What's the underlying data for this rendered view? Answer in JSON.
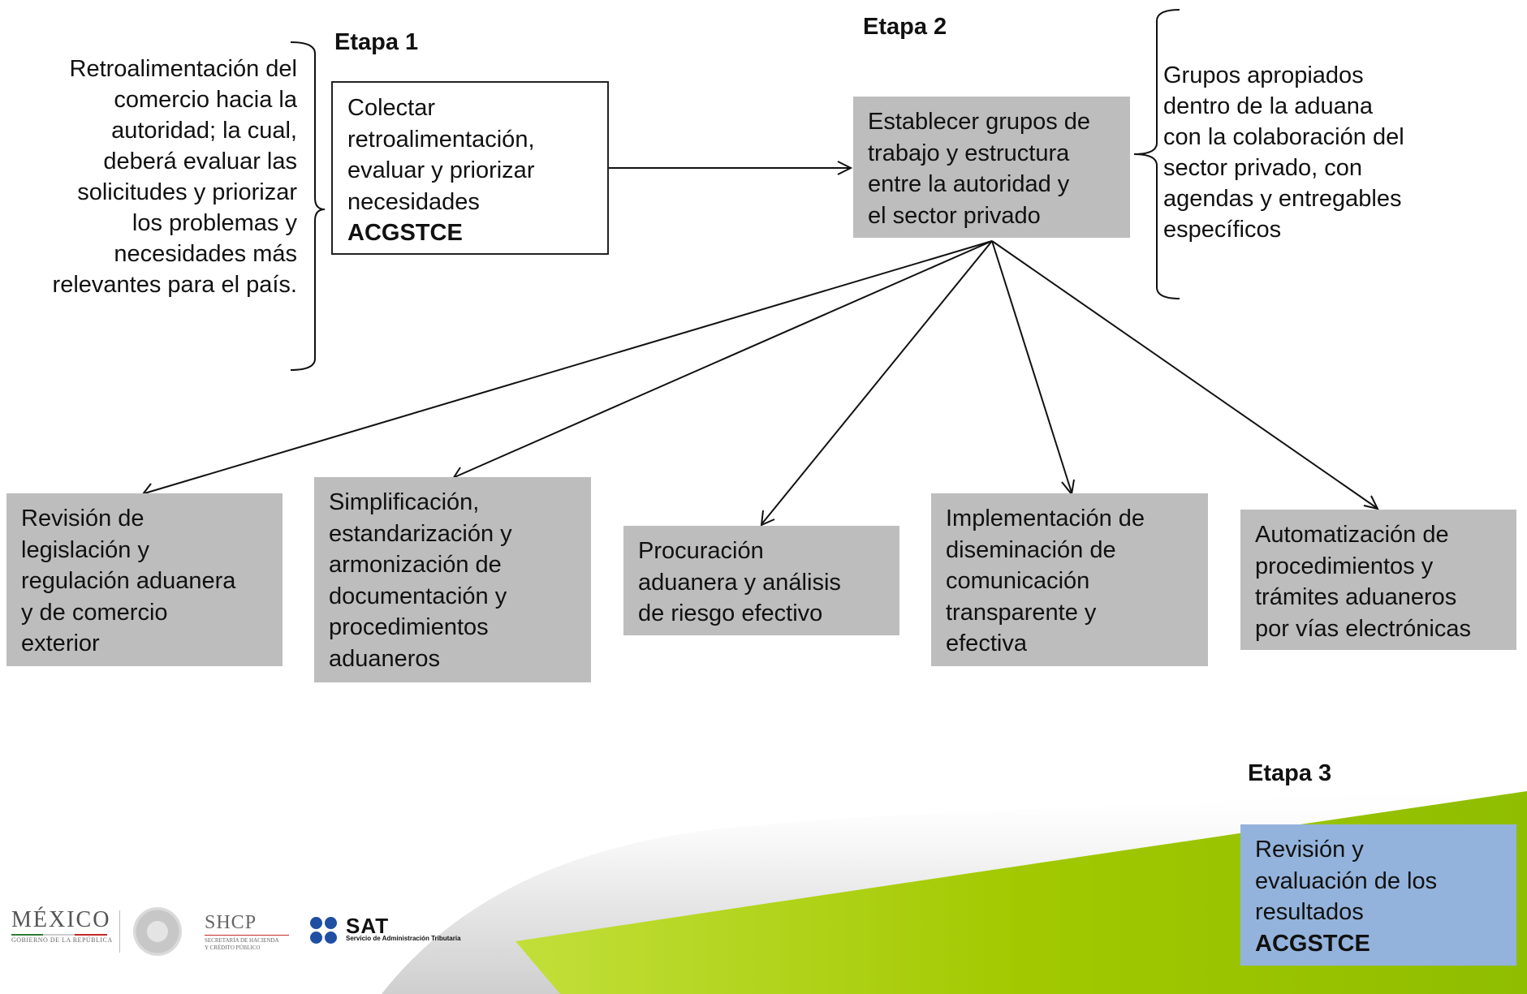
{
  "stages": {
    "stage1": "Etapa 1",
    "stage2": "Etapa 2",
    "stage3": "Etapa 3"
  },
  "left_note": [
    "Retroalimentación del",
    "comercio hacia la",
    "autoridad; la cual,",
    "deberá evaluar las",
    "solicitudes y priorizar",
    "los problemas y",
    "necesidades más",
    "relevantes para el país."
  ],
  "right_note": [
    "Grupos apropiados",
    "dentro de la aduana",
    "con  la colaboración del",
    "sector privado, con",
    "agendas y entregables",
    "específicos"
  ],
  "box_collect": {
    "lines": [
      "Colectar",
      "retroalimentación,",
      "evaluar y priorizar",
      "necesidades"
    ],
    "bold": "ACGSTCE"
  },
  "box_establish": {
    "lines": [
      "Establecer grupos de",
      "trabajo y estructura",
      "entre la autoridad y",
      "el sector privado"
    ]
  },
  "work_areas": [
    [
      "Revisión de",
      "legislación y",
      "regulación aduanera",
      "y de comercio",
      "exterior"
    ],
    [
      "Simplificación,",
      "estandarización y",
      "armonización de",
      "documentación y",
      "procedimientos",
      "aduaneros"
    ],
    [
      "Procuración",
      "aduanera y análisis",
      "de riesgo efectivo"
    ],
    [
      "Implementación de",
      "diseminación  de",
      "comunicación",
      "transparente y",
      "efectiva"
    ],
    [
      "Automatización  de",
      "procedimientos y",
      "trámites aduaneros",
      "por vías electrónicas"
    ]
  ],
  "box_review": {
    "lines": [
      "Revisión y",
      "evaluación de los",
      "resultados"
    ],
    "bold": "ACGSTCE"
  },
  "logos": {
    "mexico": "MÉXICO",
    "mexico_sub": "GOBIERNO DE LA REPÚBLICA",
    "shcp": "SHCP",
    "shcp_sub1": "SECRETARÍA DE HACIENDA",
    "shcp_sub2": "Y CRÉDITO PÚBLICO",
    "sat": "SAT",
    "sat_sub": "Servicio de Administración Tributaria"
  },
  "colors": {
    "gray_box": "#bdbdbd",
    "blue_box": "#93b3dc",
    "green_accent": "#a2c900",
    "sat_blue": "#1f4fa3"
  }
}
